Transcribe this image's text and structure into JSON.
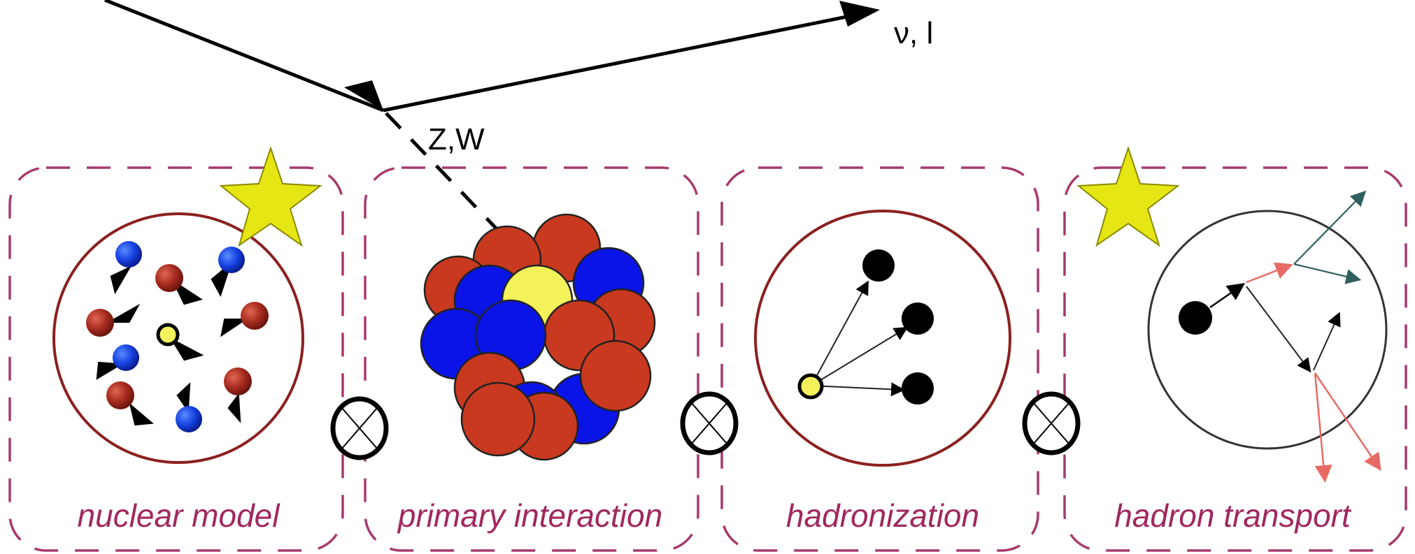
{
  "labels": {
    "outgoing_lepton": "ν, l",
    "boson": "Z,W",
    "panels": [
      "nuclear model",
      "primary interaction",
      "hadronization",
      "hadron transport"
    ]
  },
  "colors": {
    "panel_border": "#a63a6e",
    "panel_text": "#a0285f",
    "circle_border": "#8b2020",
    "proton": "#c8391f",
    "neutron": "#0a14e6",
    "struck_nucleon": "#f4f25a",
    "star": "#e6e614",
    "arrow_red": "#e86a64",
    "arrow_teal": "#2f5f5f",
    "black": "#000000"
  },
  "icons": {
    "star": "star-icon",
    "convolution": "circled-times-icon"
  }
}
